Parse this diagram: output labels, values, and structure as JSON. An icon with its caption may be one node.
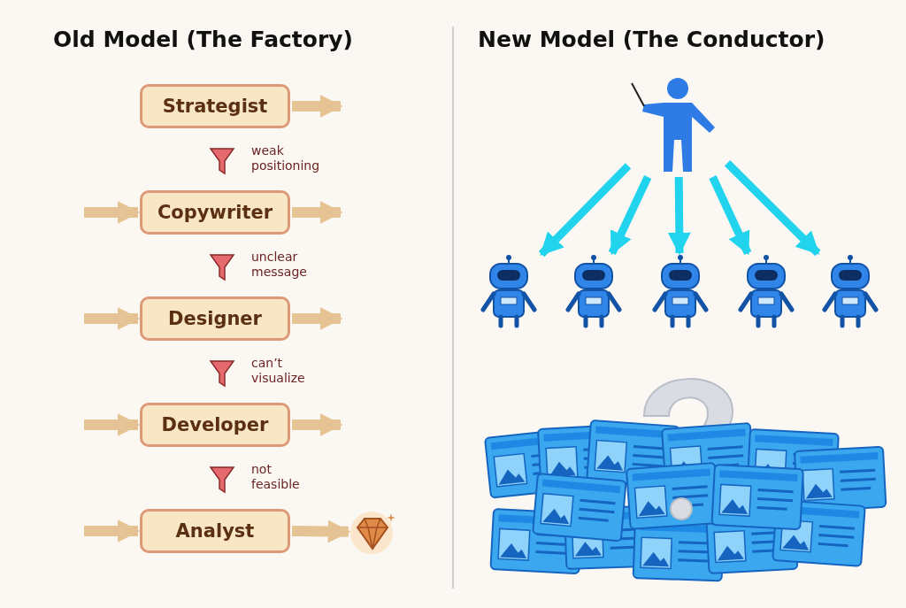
{
  "diagram": {
    "nodes": [
      {
        "text": [
          "Strategist"
        ]
      },
      {
        "text": [
          "Copywriter"
        ]
      },
      {
        "text": [
          "Designer"
        ]
      },
      {
        "text": [
          "Developer"
        ]
      },
      {
        "text": [
          "Analyst"
        ]
      },
      {
        "text": [],
        "shape": "picture"
      },
      {
        "text": [],
        "shape": "person"
      },
      {
        "text": [],
        "shape": "picture"
      },
      {
        "text": [],
        "shape": "picture"
      },
      {
        "text": [],
        "shape": "picture"
      },
      {
        "text": [],
        "shape": "picture"
      },
      {
        "text": [],
        "shape": "picture"
      },
      {
        "text": [],
        "shape": "picture"
      }
    ],
    "edges": [
      {
        "from": 0,
        "to": null,
        "arrow": "to"
      },
      {
        "from": null,
        "to": 1,
        "arrow": "to"
      },
      {
        "from": 1,
        "to": null,
        "arrow": "to"
      },
      {
        "from": null,
        "to": 2,
        "arrow": "to"
      },
      {
        "from": 2,
        "to": null,
        "arrow": "to"
      },
      {
        "from": null,
        "to": 3,
        "arrow": "to"
      },
      {
        "from": 3,
        "to": null,
        "arrow": "to"
      },
      {
        "from": null,
        "to": 4,
        "arrow": "to"
      },
      {
        "from": 4,
        "to": 5,
        "arrow": "to"
      },
      {
        "from": 6,
        "to": 7,
        "arrow": "to",
        "color": "#22d3ee"
      },
      {
        "from": 6,
        "to": 8,
        "arrow": "to",
        "color": "#22d3ee"
      },
      {
        "from": 6,
        "to": 9,
        "arrow": "to",
        "color": "#22d3ee"
      },
      {
        "from": 6,
        "to": 10,
        "arrow": "to",
        "color": "#22d3ee"
      },
      {
        "from": 6,
        "to": 11,
        "arrow": "to",
        "color": "#22d3ee"
      }
    ],
    "labels": [
      "Old Model (The Factory)",
      "New Model (The Conductor)",
      "weak positioning",
      "unclear message",
      "can’t visualize",
      "not feasible"
    ]
  }
}
